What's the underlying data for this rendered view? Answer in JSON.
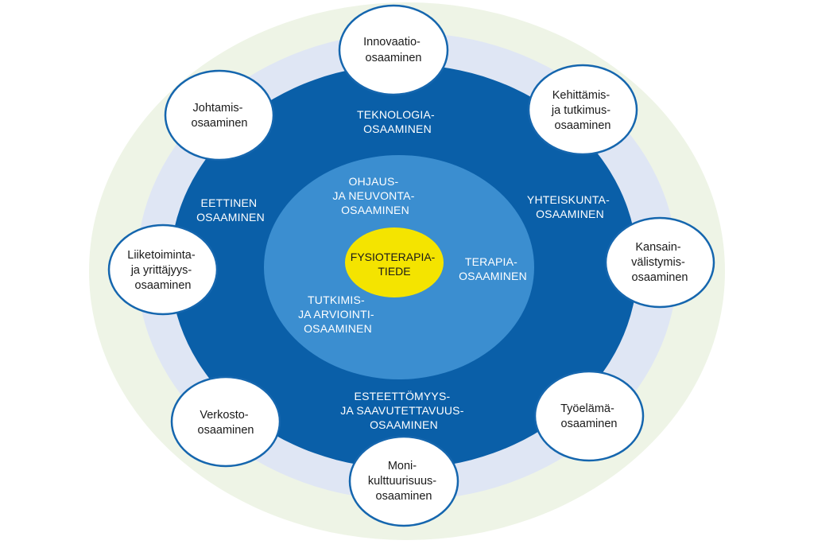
{
  "colors": {
    "outer_halo": "#eef4e6",
    "outer_band": "#dfe6f4",
    "dark_ring": "#0a5fa8",
    "inner_disc": "#3b8ed0",
    "core": "#f4e400",
    "node_fill": "#ffffff",
    "node_border": "#1566ae"
  },
  "center": {
    "lines": [
      "FYSIOTERAPIA-",
      "TIEDE"
    ]
  },
  "inner_labels": [
    {
      "id": "ohjaus",
      "lines": [
        "OHJAUS-",
        "JA NEUVONTA-",
        "OSAAMINEN"
      ]
    },
    {
      "id": "terapia",
      "lines": [
        "TERAPIA-",
        "OSAAMINEN"
      ]
    },
    {
      "id": "tutkimis",
      "lines": [
        "TUTKIMIS-",
        "JA ARVIOINTI-",
        "OSAAMINEN"
      ]
    }
  ],
  "ring_labels": [
    {
      "id": "teknologia",
      "lines": [
        "TEKNOLOGIA-",
        "OSAAMINEN"
      ]
    },
    {
      "id": "yhteiskunta",
      "lines": [
        "YHTEISKUNTA-",
        "OSAAMINEN"
      ]
    },
    {
      "id": "esteettomyys",
      "lines": [
        "ESTEETTÖMYYS-",
        "JA SAAVUTETTAVUUS-",
        "OSAAMINEN"
      ]
    },
    {
      "id": "eettinen",
      "lines": [
        "EETTINEN",
        "OSAAMINEN"
      ]
    }
  ],
  "outer_nodes": [
    {
      "id": "innovaatio",
      "lines": [
        "Innovaatio-",
        "osaaminen"
      ]
    },
    {
      "id": "kehittamis",
      "lines": [
        "Kehittämis-",
        "ja tutkimus-",
        "osaaminen"
      ]
    },
    {
      "id": "kansainvalistymis",
      "lines": [
        "Kansain-",
        "välistymis-",
        "osaaminen"
      ]
    },
    {
      "id": "tyoelama",
      "lines": [
        "Työelämä-",
        "osaaminen"
      ]
    },
    {
      "id": "monikulttuurisuus",
      "lines": [
        "Moni-",
        "kulttuurisuus-",
        "osaaminen"
      ]
    },
    {
      "id": "verkosto",
      "lines": [
        "Verkosto-",
        "osaaminen"
      ]
    },
    {
      "id": "liiketoiminta",
      "lines": [
        "Liiketoiminta-",
        "ja yrittäjyys-",
        "osaaminen"
      ]
    },
    {
      "id": "johtamis",
      "lines": [
        "Johtamis-",
        "osaaminen"
      ]
    }
  ]
}
